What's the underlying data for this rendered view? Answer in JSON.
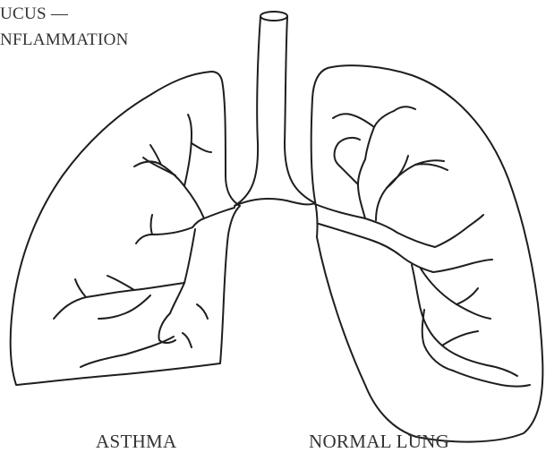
{
  "labels": {
    "mucus_line": "UCUS —",
    "inflammation_line": "NFLAMMATION",
    "left_lung": "ASTHMA",
    "right_lung": "NORMAL LUNG"
  },
  "style": {
    "line_color": "#1e1e1e",
    "background": "#ffffff"
  }
}
